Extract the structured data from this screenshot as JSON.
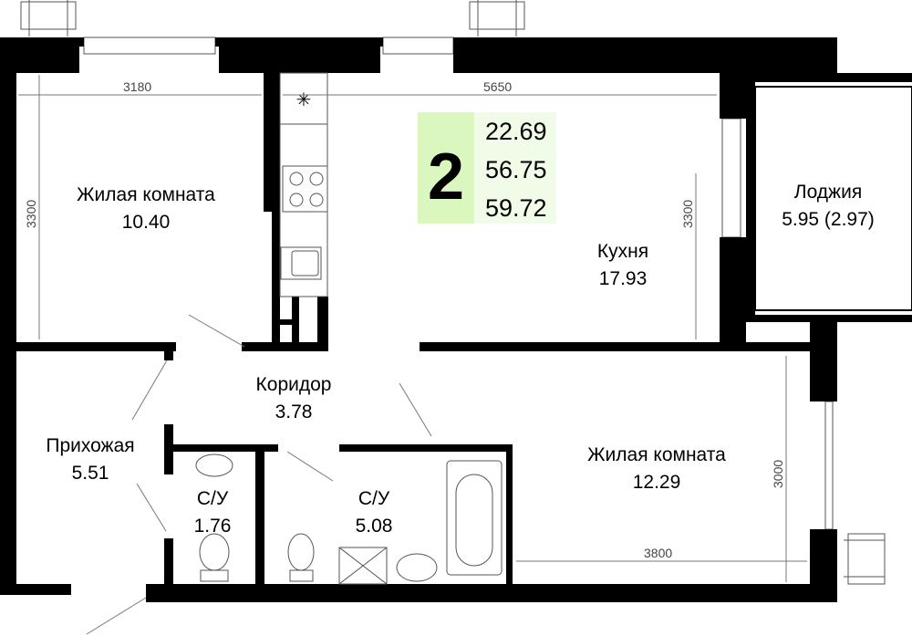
{
  "summary": {
    "rooms": "2",
    "living_area": "22.69",
    "total_area": "56.75",
    "total_with_loggia": "59.72"
  },
  "rooms": [
    {
      "name": "Жилая комната",
      "area": "10.40"
    },
    {
      "name": "Кухня",
      "area": "17.93"
    },
    {
      "name": "Лоджия",
      "area": "5.95 (2.97)"
    },
    {
      "name": "Коридор",
      "area": "3.78"
    },
    {
      "name": "Прихожая",
      "area": "5.51"
    },
    {
      "name": "С/У",
      "area": "1.76"
    },
    {
      "name": "С/У",
      "area": "5.08"
    },
    {
      "name": "Жилая комната",
      "area": "12.29"
    }
  ],
  "dimensions": {
    "bedroom1_width": "3180",
    "kitchen_width": "5650",
    "bedroom1_depth": "3300",
    "kitchen_depth": "3300",
    "bedroom2_width": "3800",
    "bedroom2_depth": "3000"
  },
  "colors": {
    "summary_dark": "#d9f7bf",
    "summary_light": "#f1fce8"
  }
}
